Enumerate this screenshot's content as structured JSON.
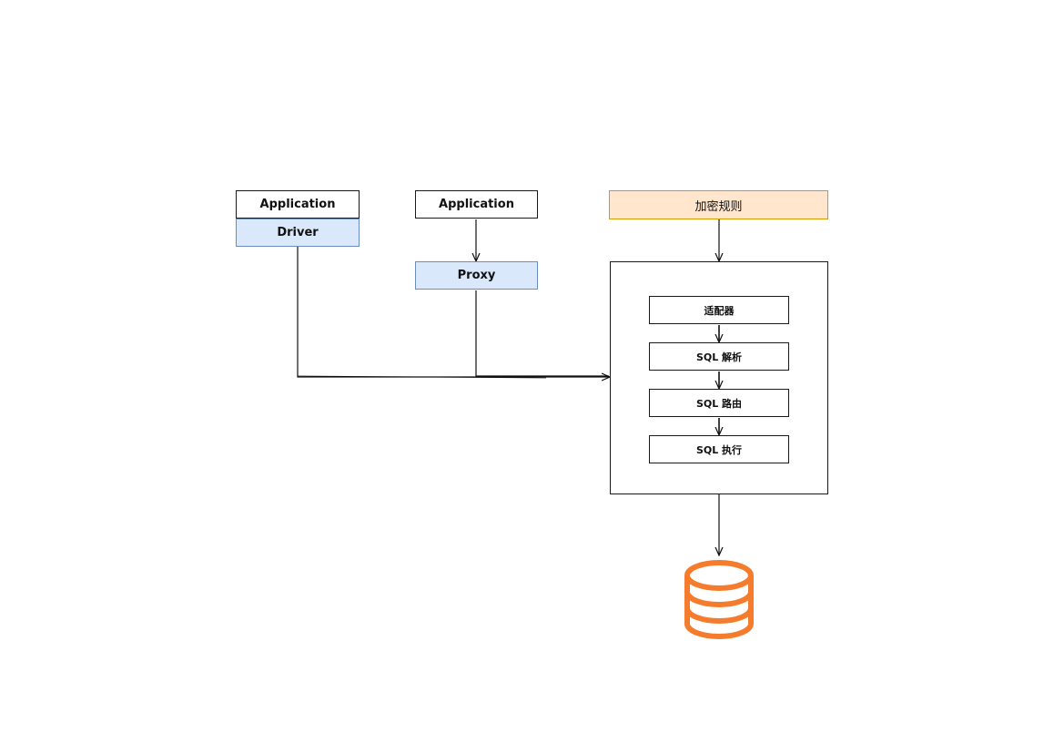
{
  "left_stack": {
    "top_label": "Application",
    "bottom_label": "Driver"
  },
  "middle_stack": {
    "top_label": "Application",
    "bottom_label": "Proxy"
  },
  "rules": {
    "label": "加密规则"
  },
  "pipeline": {
    "steps": [
      "适配器",
      "SQL 解析",
      "SQL 路由",
      "SQL 执行"
    ]
  },
  "database": {
    "icon": "database-icon",
    "color": "#f57c2c"
  },
  "colors": {
    "blue_fill": "#dae8fc",
    "blue_border": "#6c8ebf",
    "orange_fill": "#ffe6cc",
    "orange_border": "#d79b00"
  }
}
